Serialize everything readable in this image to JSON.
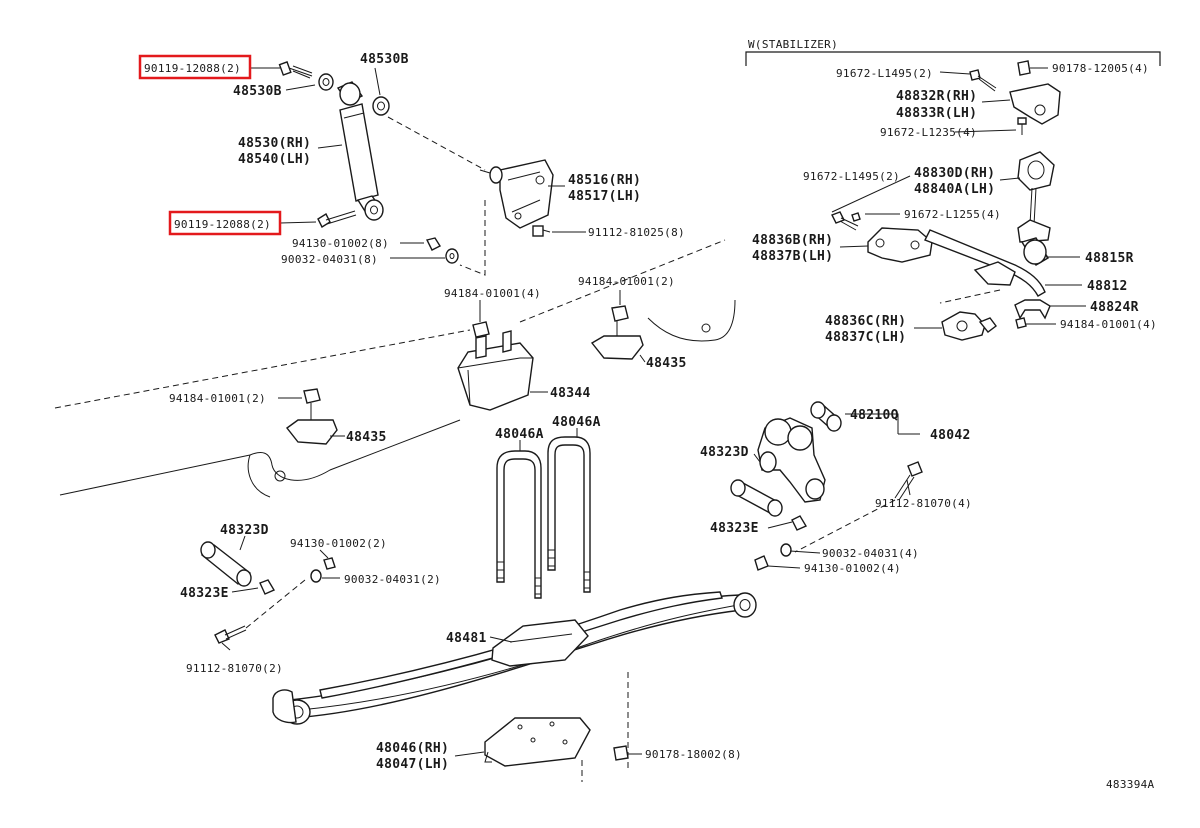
{
  "diagram_code": "483394A",
  "stabilizer_header": "W(STABILIZER)",
  "labels": {
    "bolt_top": "90119-12088(2)",
    "bolt_mid": "90119-12088(2)",
    "n48530B_a": "48530B",
    "n48530B_b": "48530B",
    "shock_rh": "48530(RH)",
    "shock_lh": "48540(LH)",
    "bracket_rh": "48516(RH)",
    "bracket_lh": "48517(LH)",
    "n91112_81025": "91112-81025(8)",
    "n94130_8": "94130-01002(8)",
    "n90032_8": "90032-04031(8)",
    "n94184_4": "94184-01001(4)",
    "n94184_2_top": "94184-01001(2)",
    "n48435_r": "48435",
    "n48344": "48344",
    "n94184_2_left": "94184-01001(2)",
    "n48435_l": "48435",
    "n48046A_a": "48046A",
    "n48046A_b": "48046A",
    "n48323D_l": "48323D",
    "n94130_2": "94130-01002(2)",
    "n90032_2": "90032-04031(2)",
    "n48323E_l": "48323E",
    "n91112_81070_2": "91112-81070(2)",
    "n48481": "48481",
    "seat_rh": "48046(RH)",
    "seat_lh": "48047(LH)",
    "n90178_18002": "90178-18002(8)",
    "n48210Q": "48210Q",
    "n48042": "48042",
    "n48323D_r": "48323D",
    "n91112_81070_4": "91112-81070(4)",
    "n48323E_r": "48323E",
    "n90032_4": "90032-04031(4)",
    "n94130_4": "94130-01002(4)",
    "n91672_L1495_2a": "91672-L1495(2)",
    "n90178_12005": "90178-12005(4)",
    "n48832R": "48832R(RH)",
    "n48833R": "48833R(LH)",
    "n91672_L1235": "91672-L1235(4)",
    "n91672_L1495_2b": "91672-L1495(2)",
    "n48830D": "48830D(RH)",
    "n48840A": "48840A(LH)",
    "n91672_L1255": "91672-L1255(4)",
    "n48836B": "48836B(RH)",
    "n48837B": "48837B(LH)",
    "n48815R": "48815R",
    "n48812": "48812",
    "n48824R": "48824R",
    "n48836C": "48836C(RH)",
    "n48837C": "48837C(LH)",
    "n94184_4_stab": "94184-01001(4)"
  },
  "highlight_color": "#e3191c"
}
